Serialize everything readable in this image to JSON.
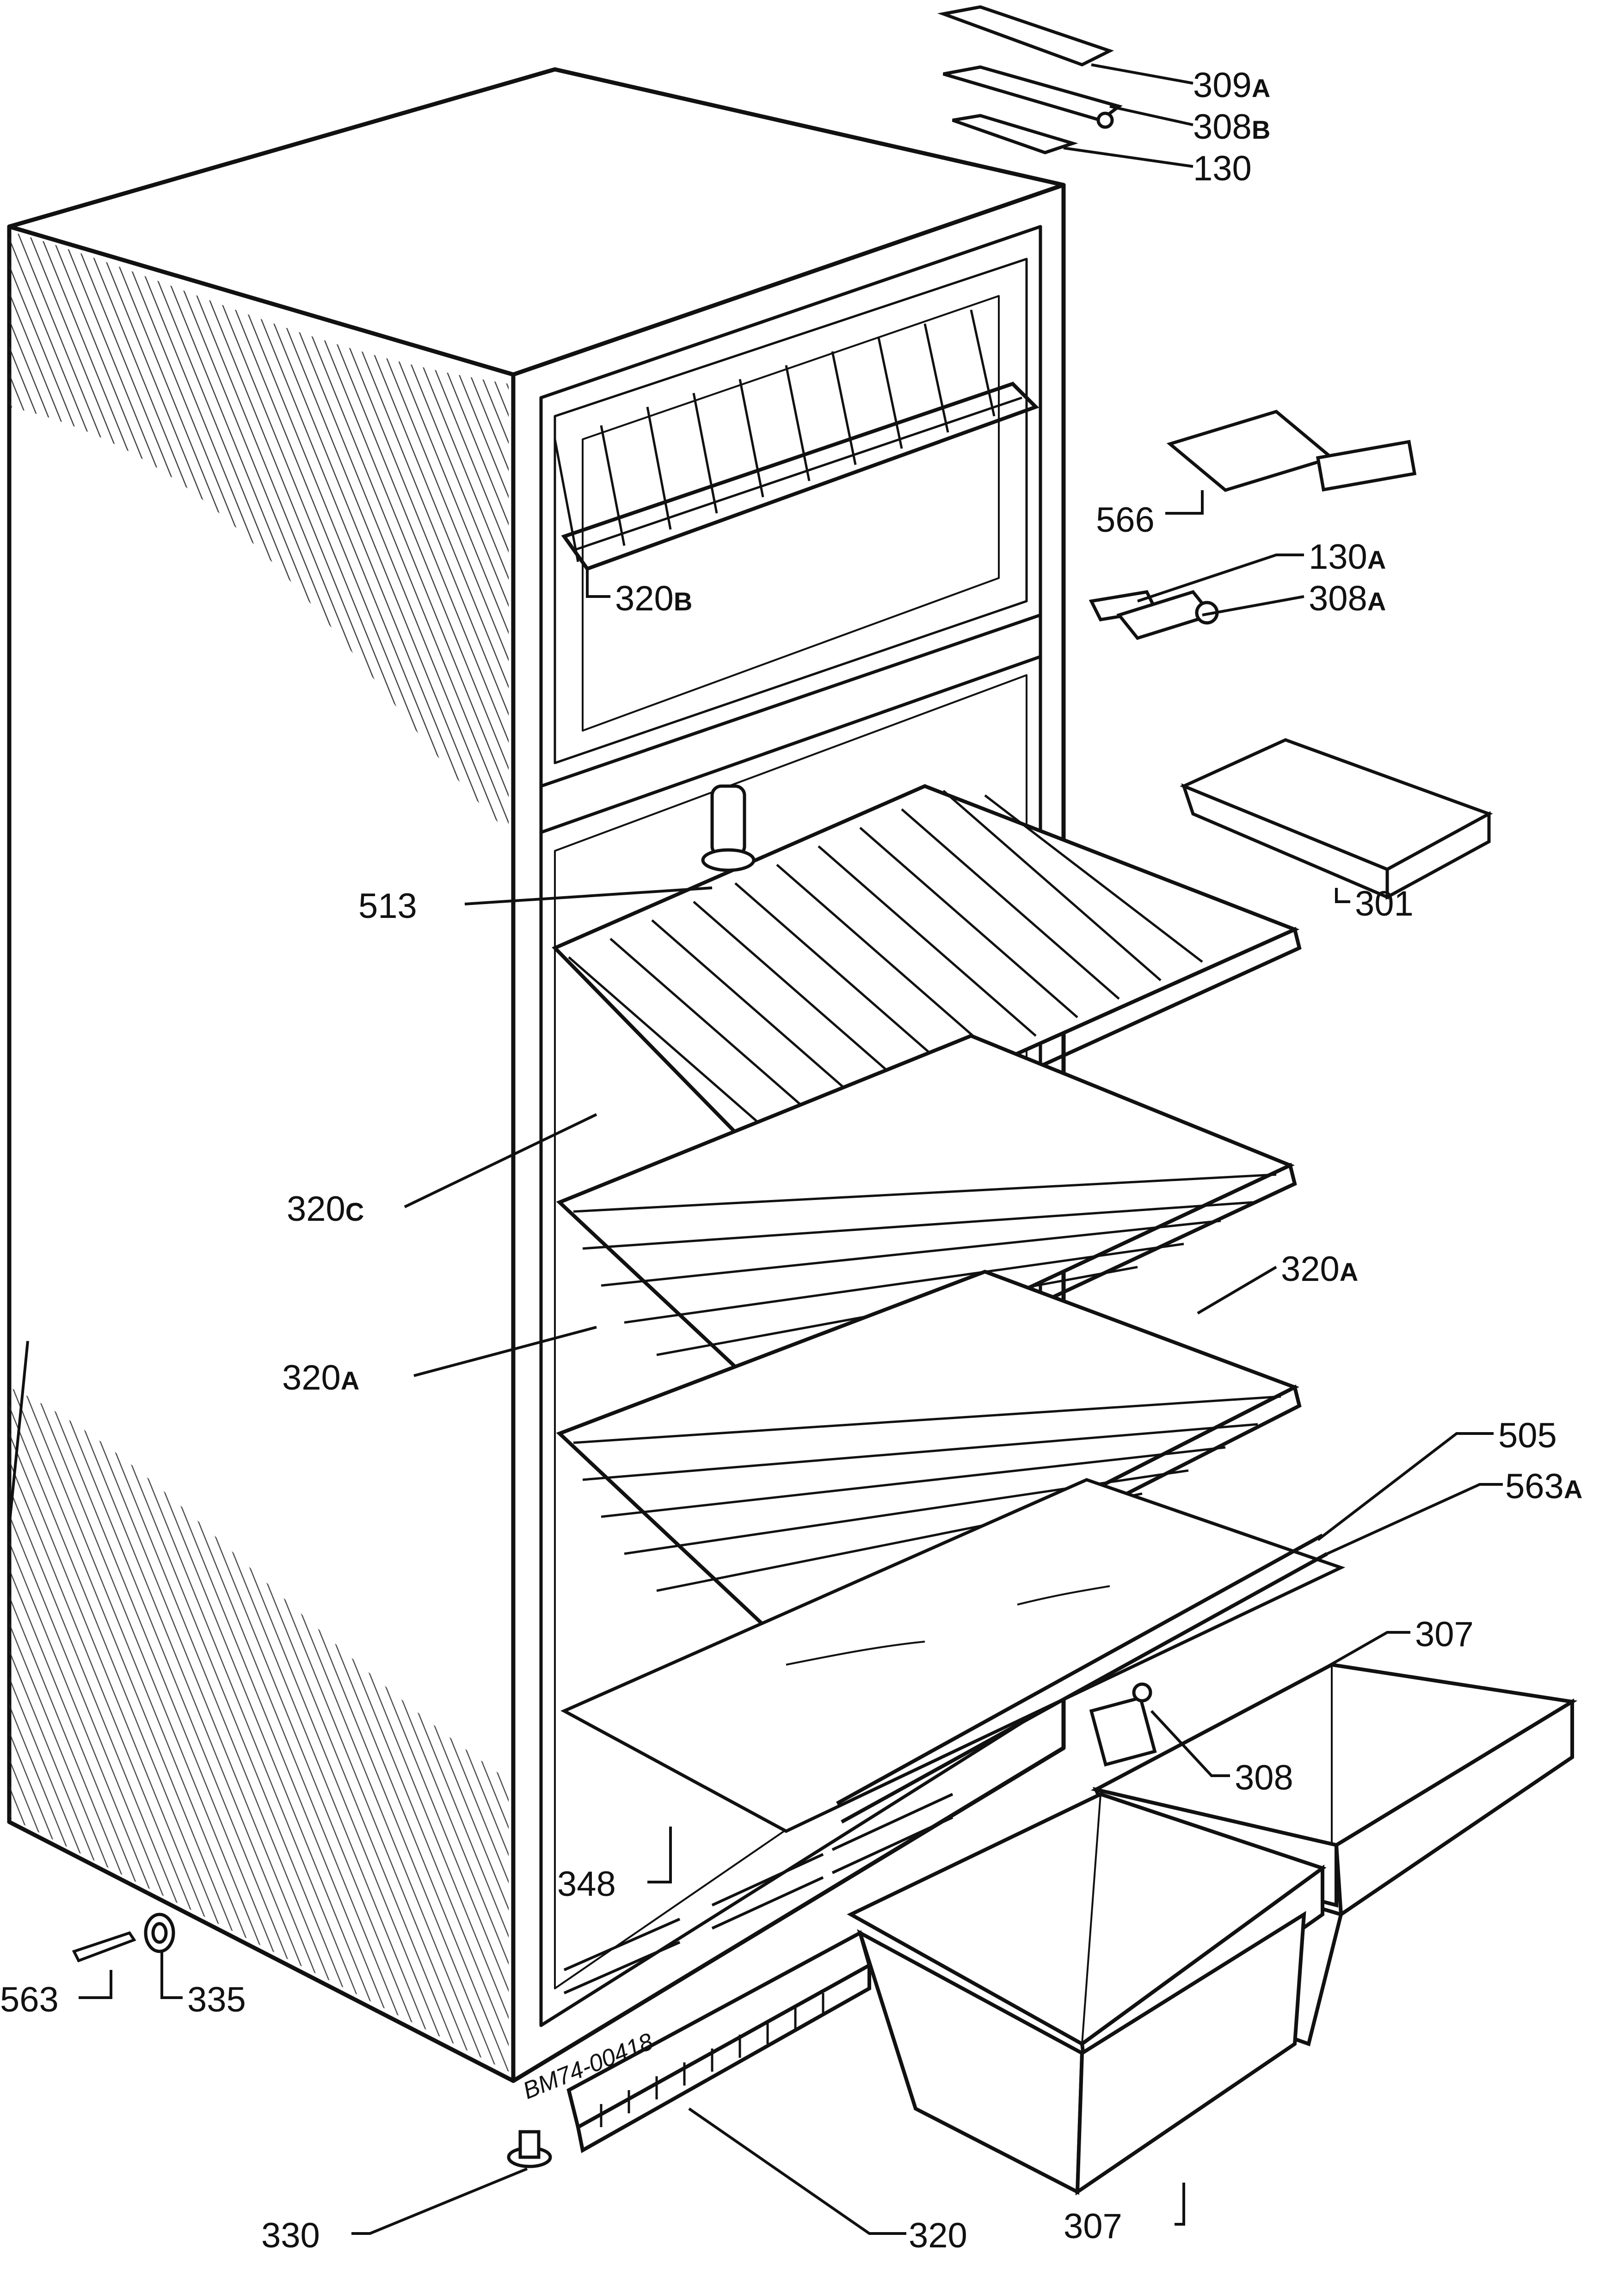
{
  "diagram": {
    "stamp_text": "BM74-00418",
    "parts": [
      {
        "id": "309A",
        "number": "309",
        "suffix": "A"
      },
      {
        "id": "308B",
        "number": "308",
        "suffix": "B"
      },
      {
        "id": "130",
        "number": "130",
        "suffix": ""
      },
      {
        "id": "566",
        "number": "566",
        "suffix": ""
      },
      {
        "id": "130A",
        "number": "130",
        "suffix": "A"
      },
      {
        "id": "308A",
        "number": "308",
        "suffix": "A"
      },
      {
        "id": "320B",
        "number": "320",
        "suffix": "B"
      },
      {
        "id": "513",
        "number": "513",
        "suffix": ""
      },
      {
        "id": "301",
        "number": "301",
        "suffix": ""
      },
      {
        "id": "320C",
        "number": "320",
        "suffix": "C"
      },
      {
        "id": "320A_right",
        "number": "320",
        "suffix": "A"
      },
      {
        "id": "320A_left",
        "number": "320",
        "suffix": "A"
      },
      {
        "id": "505",
        "number": "505",
        "suffix": ""
      },
      {
        "id": "563A",
        "number": "563",
        "suffix": "A"
      },
      {
        "id": "307_top",
        "number": "307",
        "suffix": ""
      },
      {
        "id": "308",
        "number": "308",
        "suffix": ""
      },
      {
        "id": "348",
        "number": "348",
        "suffix": ""
      },
      {
        "id": "563",
        "number": "563",
        "suffix": ""
      },
      {
        "id": "335",
        "number": "335",
        "suffix": ""
      },
      {
        "id": "330",
        "number": "330",
        "suffix": ""
      },
      {
        "id": "320",
        "number": "320",
        "suffix": ""
      },
      {
        "id": "307_bottom",
        "number": "307",
        "suffix": ""
      }
    ]
  }
}
